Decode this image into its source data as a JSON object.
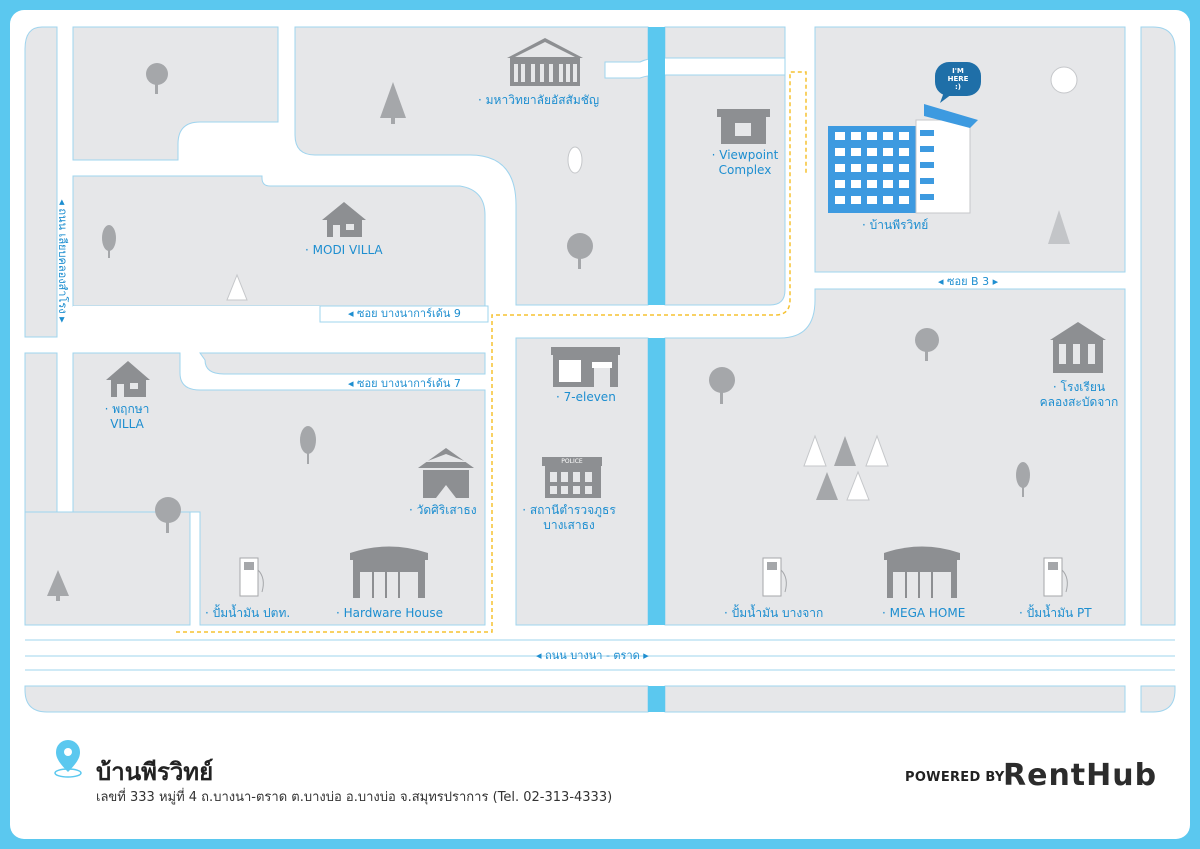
{
  "map": {
    "title": "บ้านพีรวิทย์",
    "roads": {
      "main_road": "ถนน บางนา - ตราด",
      "left_road": "ถนน เลียบคลองสำโรง",
      "soi9": "ซอย บางนาการ์เด้น 9",
      "soi7": "ซอย บางนาการ์เด้น 7",
      "soi_b3": "ซอย B 3"
    },
    "landmarks": {
      "university": "มหาวิทยาลัยอัสสัมชัญ",
      "viewpoint_line1": "Viewpoint",
      "viewpoint_line2": "Complex",
      "here_badge_line1": "I'M",
      "here_badge_line2": "HERE",
      "here_badge_line3": ":)",
      "building": "บ้านพีรวิทย์",
      "modi_villa": "MODI VILLA",
      "pruksa_line1": "พฤกษา",
      "pruksa_line2": "VILLA",
      "seven_eleven": "7-eleven",
      "school_line1": "โรงเรียน",
      "school_line2": "คลองสะบัดจาก",
      "temple": "วัดศิริเสาธง",
      "police_sign": "POLICE",
      "police_line1": "สถานีตำรวจภูธร",
      "police_line2": "บางเสาธง",
      "gas_ptt": "ปั้มน้ำมัน ปตท.",
      "hardware": "Hardware House",
      "gas_bangchak": "ปั้มน้ำมัน บางจาก",
      "mega_home": "MEGA HOME",
      "gas_pt": "ปั้มน้ำมัน PT"
    },
    "colors": {
      "frame": "#5bc8ef",
      "road_outline": "#9fd4ee",
      "block": "#e6e7e9",
      "canal": "#5bc8ef",
      "label": "#1d8ed0",
      "route": "#f5c231",
      "icon": "#8d8f92"
    }
  },
  "footer": {
    "title": "บ้านพีรวิทย์",
    "address": "เลขที่ 333 หมู่ที่ 4 ถ.บางนา-ตราด ต.บางบ่อ อ.บางบ่อ จ.สมุทรปราการ (Tel. 02-313-4333)",
    "powered": "POWERED BY",
    "brand": "RentHub"
  }
}
